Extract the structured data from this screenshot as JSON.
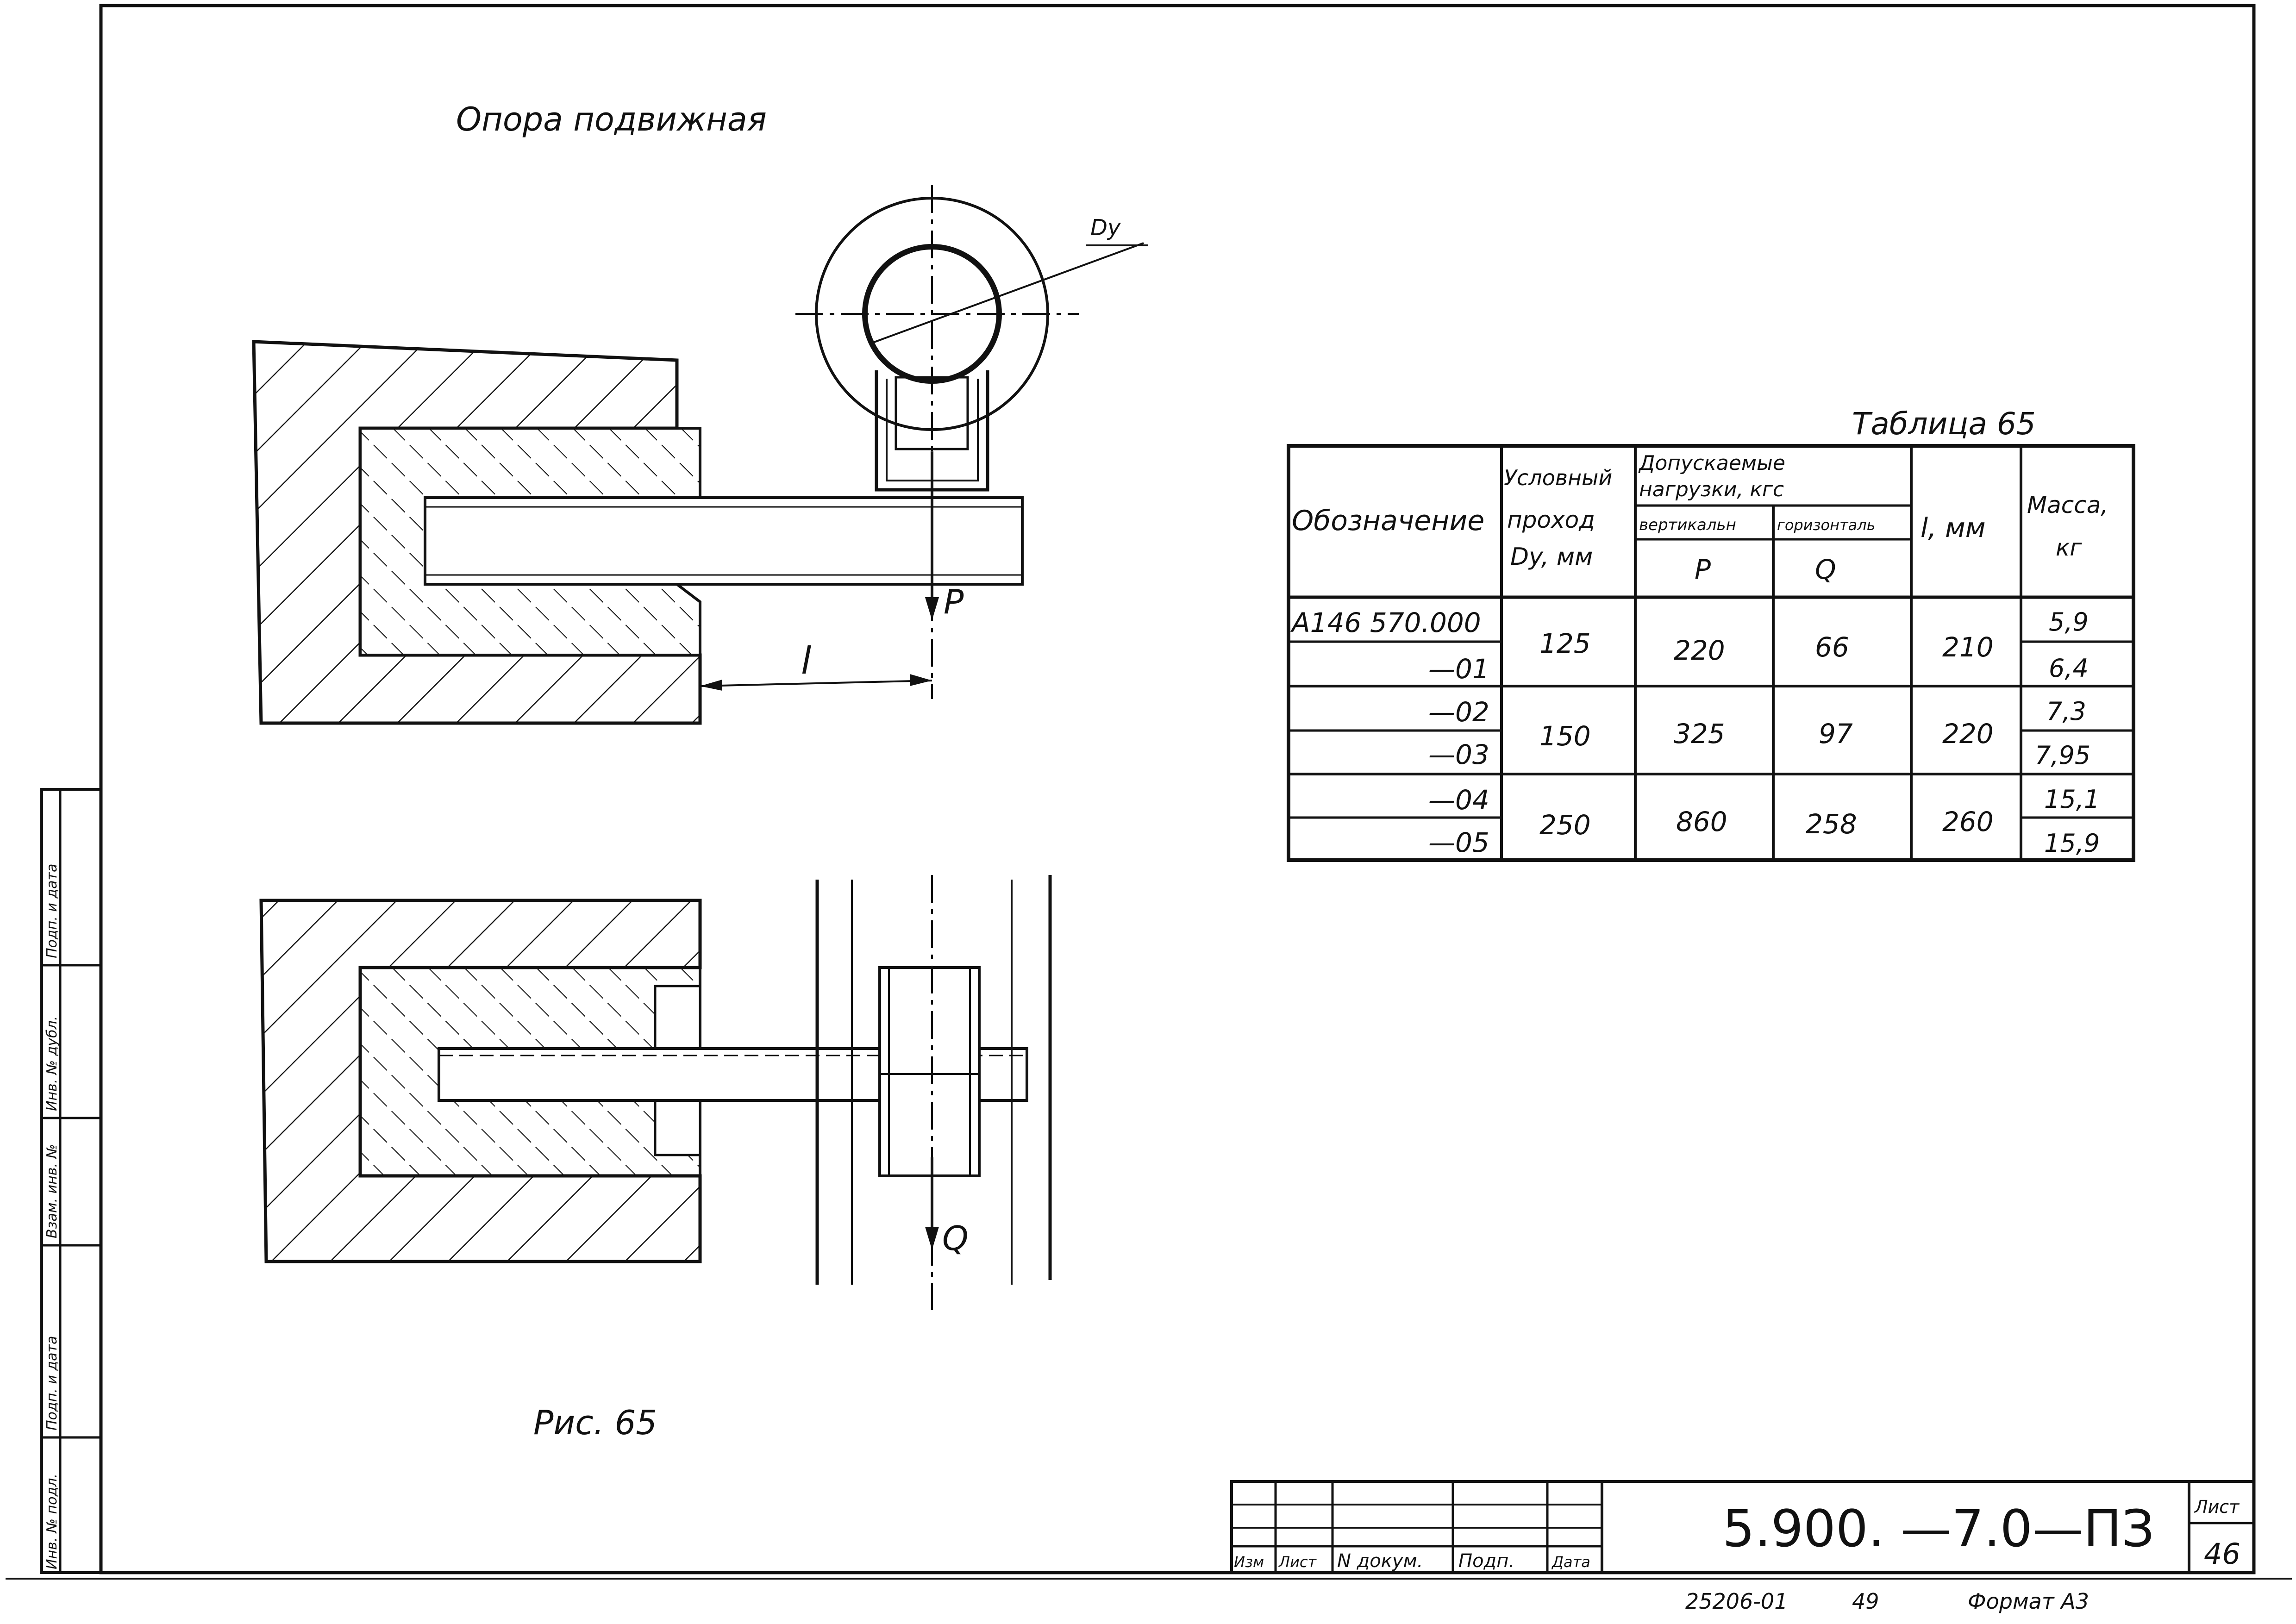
{
  "drawing": {
    "title": "Опора подвижная",
    "figure_caption": "Рис. 65",
    "labels": {
      "dy": "Dy",
      "p": "P",
      "l": "l",
      "q": "Q"
    }
  },
  "table": {
    "caption": "Таблица 65",
    "headers": {
      "designation": "Обозначение",
      "nominal_line1": "Условный",
      "nominal_line2": "проход",
      "nominal_line3": "Dy, мм",
      "loads_line1": "Допускаемые",
      "loads_line2": "нагрузки, кгс",
      "vertical": "вертикальн",
      "horizontal": "горизонталь",
      "p": "P",
      "q": "Q",
      "length": "l, мм",
      "mass_line1": "Масса,",
      "mass_line2": "кг"
    },
    "designations": [
      "А146 570.000",
      "—01",
      "—02",
      "—03",
      "—04",
      "—05"
    ],
    "masses": [
      "5,9",
      "6,4",
      "7,3",
      "7,95",
      "15,1",
      "15,9"
    ],
    "groups": [
      {
        "dy": "125",
        "p": "220",
        "q": "66",
        "l": "210"
      },
      {
        "dy": "150",
        "p": "325",
        "q": "97",
        "l": "220"
      },
      {
        "dy": "250",
        "p": "860",
        "q": "258",
        "l": "260"
      }
    ]
  },
  "side_stamp": {
    "cells": [
      "Подп. и дата",
      "Инв. № дубл.",
      "Взам. инв. №",
      "Подп. и дата",
      "Инв. № подл."
    ]
  },
  "title_block": {
    "columns": [
      "Изм",
      "Лист",
      "N докум.",
      "Подп.",
      "Дата"
    ],
    "doc_number": "5.900. —7.0—ПЗ",
    "sheet_label": "Лист",
    "sheet_number": "46",
    "footer_code": "25206-01",
    "footer_num": "49",
    "footer_format": "Формат А3"
  }
}
